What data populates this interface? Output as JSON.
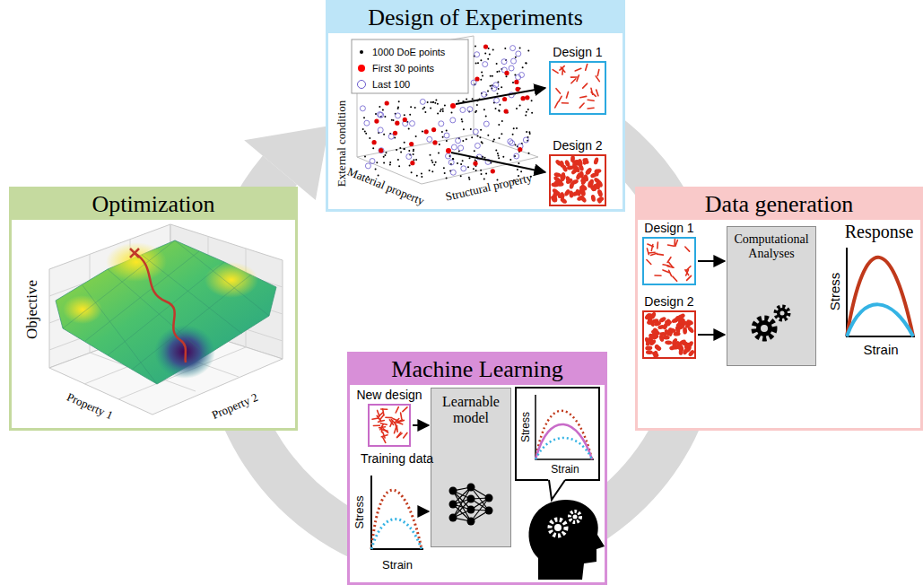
{
  "diagram": {
    "nodes": [
      {
        "text": [
          "Design of Experiments"
        ]
      },
      {
        "text": [
          "Design 1"
        ],
        "in": 0
      },
      {
        "text": [
          "Design 2"
        ],
        "in": 0
      },
      {
        "text": [
          "Data generation"
        ]
      },
      {
        "text": [
          "Design 1"
        ],
        "in": 3
      },
      {
        "text": [
          "Design 2"
        ],
        "in": 3
      },
      {
        "text": [
          "Computational Analyses"
        ],
        "in": 3
      },
      {
        "text": [
          "Machine Learning"
        ]
      },
      {
        "text": [
          "New design"
        ],
        "in": 7
      },
      {
        "text": [
          "Training data"
        ],
        "in": 7
      },
      {
        "text": [
          "Learnable model"
        ],
        "in": 7
      },
      {
        "text": [
          "Optimization"
        ]
      }
    ],
    "edges": [
      {
        "from": 4,
        "to": 6,
        "arrow": "to"
      },
      {
        "from": 5,
        "to": 6,
        "arrow": "to"
      },
      {
        "from": 8,
        "to": 10,
        "arrow": "to"
      },
      {
        "from": 9,
        "to": 10,
        "arrow": "to"
      }
    ],
    "labels": [
      "External condition",
      "Material property",
      "Structural property",
      "Response",
      "Stress",
      "Strain",
      "Stress",
      "Strain",
      "Stress",
      "Strain",
      "Objective",
      "Property 1",
      "Property 2"
    ],
    "legend": [
      {
        "text": "1000 DoE points",
        "color": "#000000"
      },
      {
        "text": "First 30 points",
        "color": "#ff0000"
      },
      {
        "text": "Last 100"
      }
    ]
  }
}
